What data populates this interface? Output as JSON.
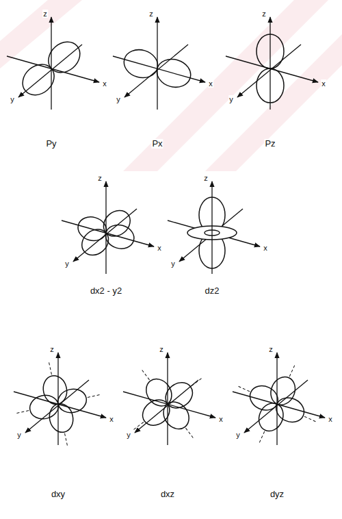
{
  "diagram": {
    "labels": [
      "z",
      "y",
      "x",
      "z",
      "y",
      "x",
      "z",
      "y",
      "x",
      "Py",
      "Px",
      "Pz",
      "z",
      "y",
      "x",
      "z",
      "y",
      "x",
      "dx2 - y2",
      "dz2",
      "z",
      "y",
      "x",
      "z",
      "y",
      "x",
      "z",
      "y",
      "x",
      "dxy",
      "dxz",
      "dyz"
    ]
  }
}
